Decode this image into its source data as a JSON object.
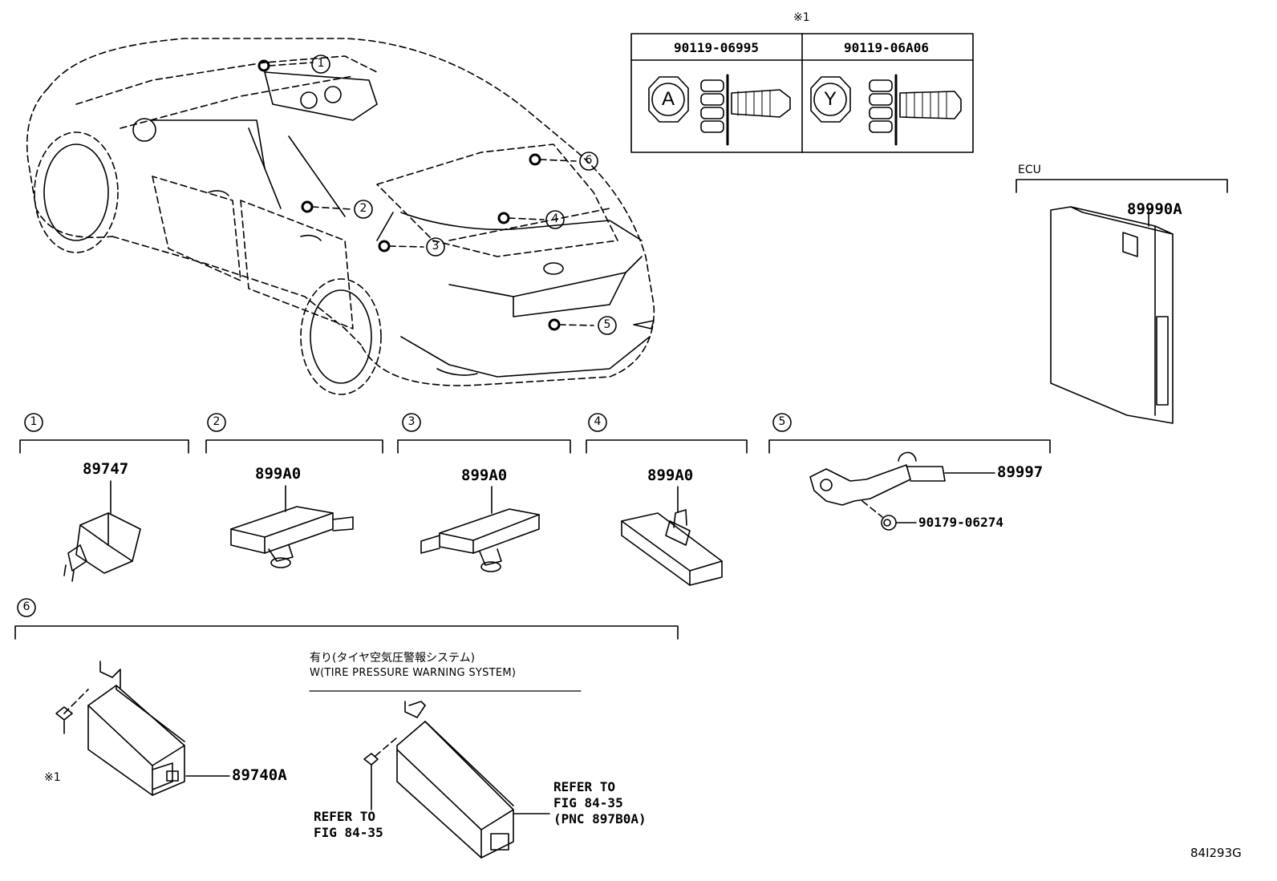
{
  "note_mark": "※1",
  "fastener_table": {
    "col1": {
      "part_no": "90119-06995",
      "head_letter": "A"
    },
    "col2": {
      "part_no": "90119-06A06",
      "head_letter": "Y"
    }
  },
  "ecu": {
    "label": "ECU",
    "part_no": "89990A"
  },
  "callouts": [
    "1",
    "2",
    "3",
    "4",
    "5",
    "6"
  ],
  "groups": {
    "g1": {
      "number": "1",
      "part_no": "89747"
    },
    "g2": {
      "number": "2",
      "part_no": "899A0"
    },
    "g3": {
      "number": "3",
      "part_no": "899A0"
    },
    "g4": {
      "number": "4",
      "part_no": "899A0"
    },
    "g5": {
      "number": "5",
      "part_no": "89997",
      "clip_part_no": "90179-06274"
    },
    "g6": {
      "number": "6",
      "part_no": "89740A",
      "screw_note": "※1"
    }
  },
  "tpws": {
    "label_jp": "有り(タイヤ空気圧警報システム)",
    "label_en": "W(TIRE PRESSURE WARNING SYSTEM)",
    "ref1_line1": "REFER TO",
    "ref1_line2": "FIG 84-35",
    "ref2_line1": "REFER TO",
    "ref2_line2": "FIG 84-35",
    "ref2_line3": "(PNC 897B0A)"
  },
  "figure_code": "84I293G"
}
